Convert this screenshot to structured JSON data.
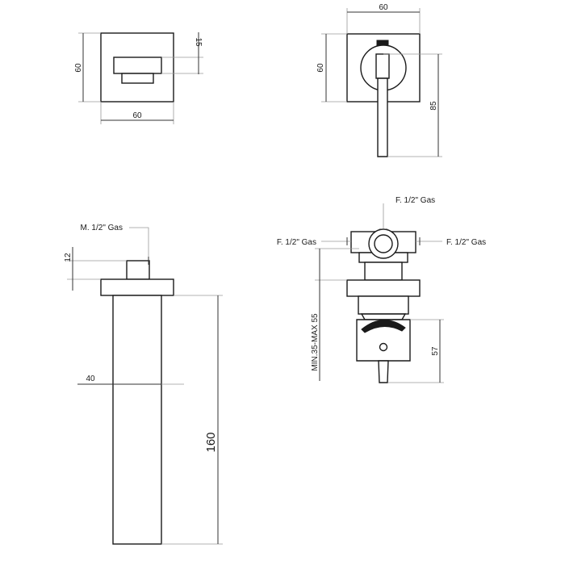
{
  "dimensions": {
    "top_left_width": "60",
    "top_left_height": "60",
    "top_left_slot": "15",
    "top_right_width": "60",
    "top_right_height": "60",
    "top_right_lever": "85",
    "side_spout_top": "12",
    "side_spout_width": "40",
    "side_spout_length": "160",
    "body_depth": "MIN.35-MAX 55",
    "body_handle": "57"
  },
  "labels": {
    "side_connection": "M. 1/2\" Gas",
    "top_connection": "F. 1/2\" Gas",
    "left_connection": "F. 1/2\" Gas",
    "right_connection": "F. 1/2\" Gas"
  }
}
